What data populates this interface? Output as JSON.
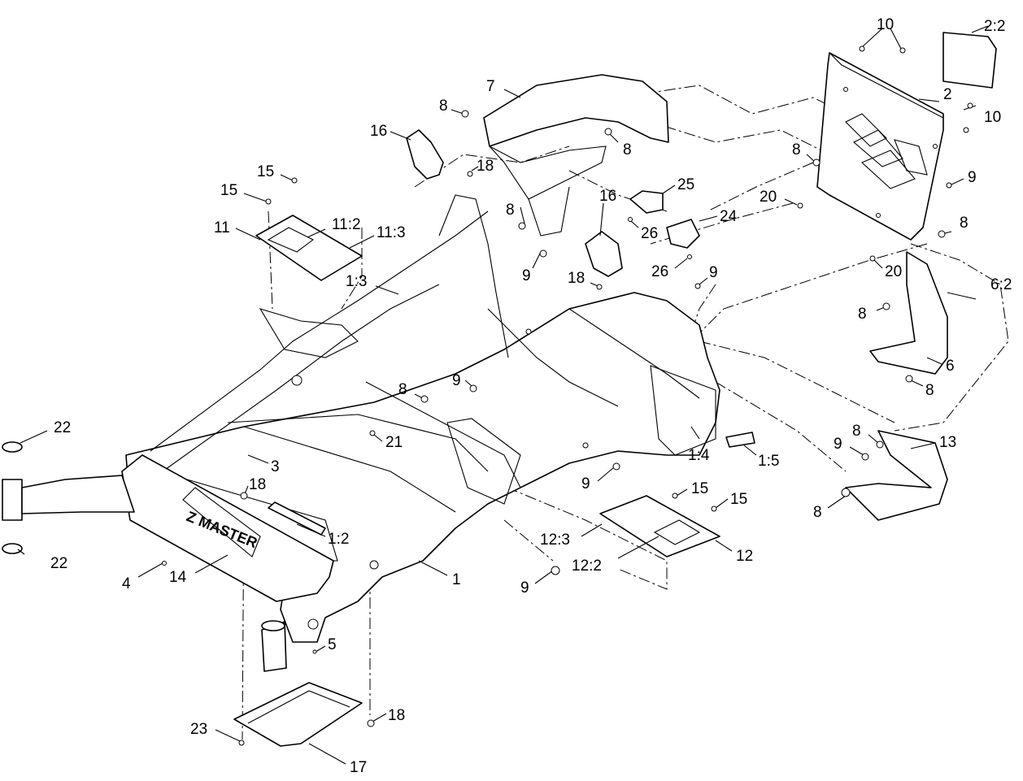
{
  "diagram": {
    "callouts": [
      {
        "id": "c-2-2",
        "text": "2:2"
      },
      {
        "id": "c-10a",
        "text": "10"
      },
      {
        "id": "c-10b",
        "text": "10"
      },
      {
        "id": "c-2",
        "text": "2"
      },
      {
        "id": "c-7",
        "text": "7"
      },
      {
        "id": "c-8a",
        "text": "8"
      },
      {
        "id": "c-8b",
        "text": "8"
      },
      {
        "id": "c-16a",
        "text": "16"
      },
      {
        "id": "c-18a",
        "text": "18"
      },
      {
        "id": "c-8c",
        "text": "8"
      },
      {
        "id": "c-15a",
        "text": "15"
      },
      {
        "id": "c-15b",
        "text": "15"
      },
      {
        "id": "c-16b",
        "text": "16"
      },
      {
        "id": "c-25",
        "text": "25"
      },
      {
        "id": "c-20a",
        "text": "20"
      },
      {
        "id": "c-9a",
        "text": "9"
      },
      {
        "id": "c-8d",
        "text": "8"
      },
      {
        "id": "c-24",
        "text": "24"
      },
      {
        "id": "c-11",
        "text": "11"
      },
      {
        "id": "c-11-2",
        "text": "11:2"
      },
      {
        "id": "c-11-3",
        "text": "11:3"
      },
      {
        "id": "c-8e",
        "text": "8"
      },
      {
        "id": "c-26a",
        "text": "26"
      },
      {
        "id": "c-26b",
        "text": "26"
      },
      {
        "id": "c-9b",
        "text": "9"
      },
      {
        "id": "c-20b",
        "text": "20"
      },
      {
        "id": "c-9c",
        "text": "9"
      },
      {
        "id": "c-1-3",
        "text": "1:3"
      },
      {
        "id": "c-18b",
        "text": "18"
      },
      {
        "id": "c-6-2",
        "text": "6:2"
      },
      {
        "id": "c-8f",
        "text": "8"
      },
      {
        "id": "c-6",
        "text": "6"
      },
      {
        "id": "c-9d",
        "text": "9"
      },
      {
        "id": "c-8g",
        "text": "8"
      },
      {
        "id": "c-8h",
        "text": "8"
      },
      {
        "id": "c-22a",
        "text": "22"
      },
      {
        "id": "c-21",
        "text": "21"
      },
      {
        "id": "c-8i",
        "text": "8"
      },
      {
        "id": "c-13",
        "text": "13"
      },
      {
        "id": "c-9e",
        "text": "9"
      },
      {
        "id": "c-1-4",
        "text": "1:4"
      },
      {
        "id": "c-1-5",
        "text": "1:5"
      },
      {
        "id": "c-3",
        "text": "3"
      },
      {
        "id": "c-18c",
        "text": "18"
      },
      {
        "id": "c-9f",
        "text": "9"
      },
      {
        "id": "c-15c",
        "text": "15"
      },
      {
        "id": "c-15d",
        "text": "15"
      },
      {
        "id": "c-8j",
        "text": "8"
      },
      {
        "id": "c-1-2",
        "text": "1:2"
      },
      {
        "id": "c-12-3",
        "text": "12:3"
      },
      {
        "id": "c-12",
        "text": "12"
      },
      {
        "id": "c-22b",
        "text": "22"
      },
      {
        "id": "c-12-2",
        "text": "12:2"
      },
      {
        "id": "c-4",
        "text": "4"
      },
      {
        "id": "c-14",
        "text": "14"
      },
      {
        "id": "c-1",
        "text": "1"
      },
      {
        "id": "c-9g",
        "text": "9"
      },
      {
        "id": "c-5",
        "text": "5"
      },
      {
        "id": "c-18d",
        "text": "18"
      },
      {
        "id": "c-23",
        "text": "23"
      },
      {
        "id": "c-17",
        "text": "17"
      }
    ],
    "logo_text": "Z MASTER"
  }
}
